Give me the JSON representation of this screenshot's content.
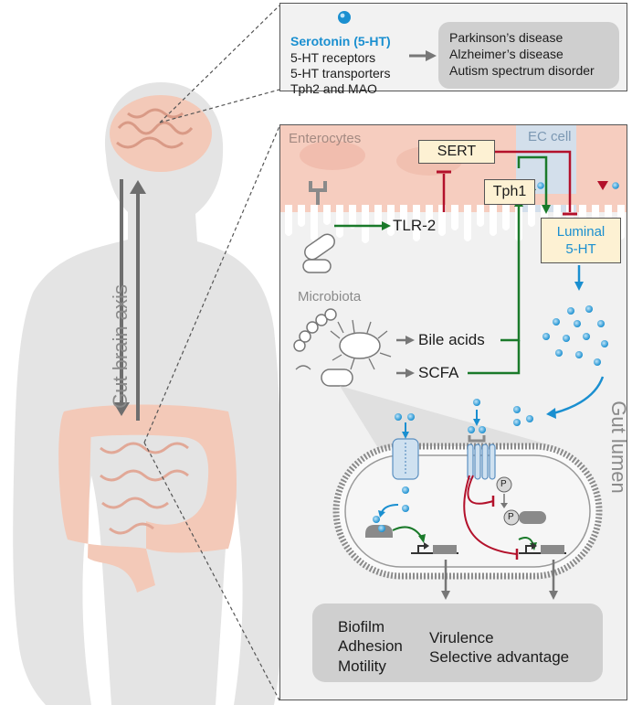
{
  "top": {
    "serotonin": "Serotonin (5-HT)",
    "items": [
      "5-HT receptors",
      "5-HT transporters",
      "Tph2 and MAO"
    ],
    "diseases": [
      "Parkinson’s disease",
      "Alzheimer’s disease",
      "Autism spectrum disorder"
    ]
  },
  "body": {
    "axis_label": "Gut brain axis"
  },
  "gut": {
    "enterocytes": "Enterocytes",
    "ec_cell": "EC cell",
    "sert": "SERT",
    "tph1": "Tph1",
    "tlr2": "TLR-2",
    "luminal": [
      "Luminal",
      "5-HT"
    ],
    "microbiota": "Microbiota",
    "bile_acids": "Bile acids",
    "scfa": "SCFA",
    "gut_lumen": "Gut lumen",
    "phospho": "P",
    "outcomes_left": [
      "Biofilm",
      "Adhesion",
      "Motility"
    ],
    "outcomes_right": [
      "Virulence",
      "Selective advantage"
    ]
  },
  "colors": {
    "serotonin_blue": "#1a8fd0",
    "activation_green": "#1a7a2a",
    "inhibition_red": "#b3112b",
    "epithelium_pink": "#f6cdbf",
    "ec_cell_blue": "#cfe1f0"
  }
}
